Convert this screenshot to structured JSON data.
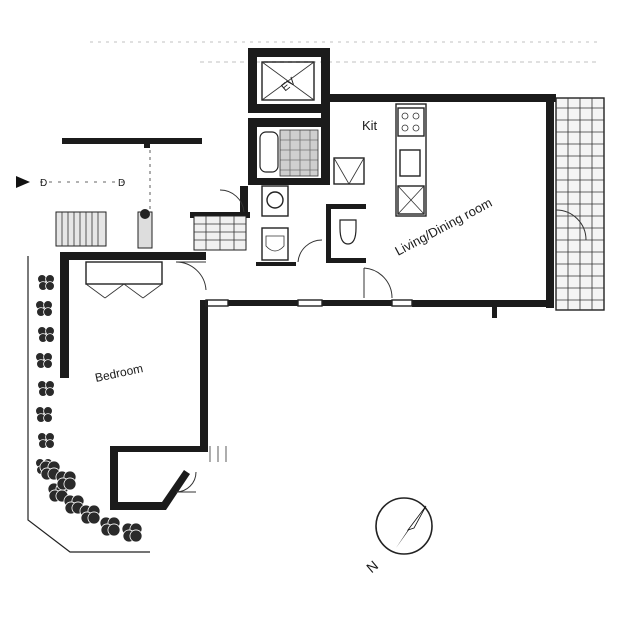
{
  "rooms": {
    "kitchen": "Kit",
    "living_dining": "Living/Dining room",
    "bedroom": "Bedroom",
    "elevator": "EV"
  },
  "compass": {
    "north_label": "N"
  },
  "colors": {
    "ink": "#1b1b1b",
    "paper": "#ffffff",
    "shade": "#d9d9d9"
  }
}
